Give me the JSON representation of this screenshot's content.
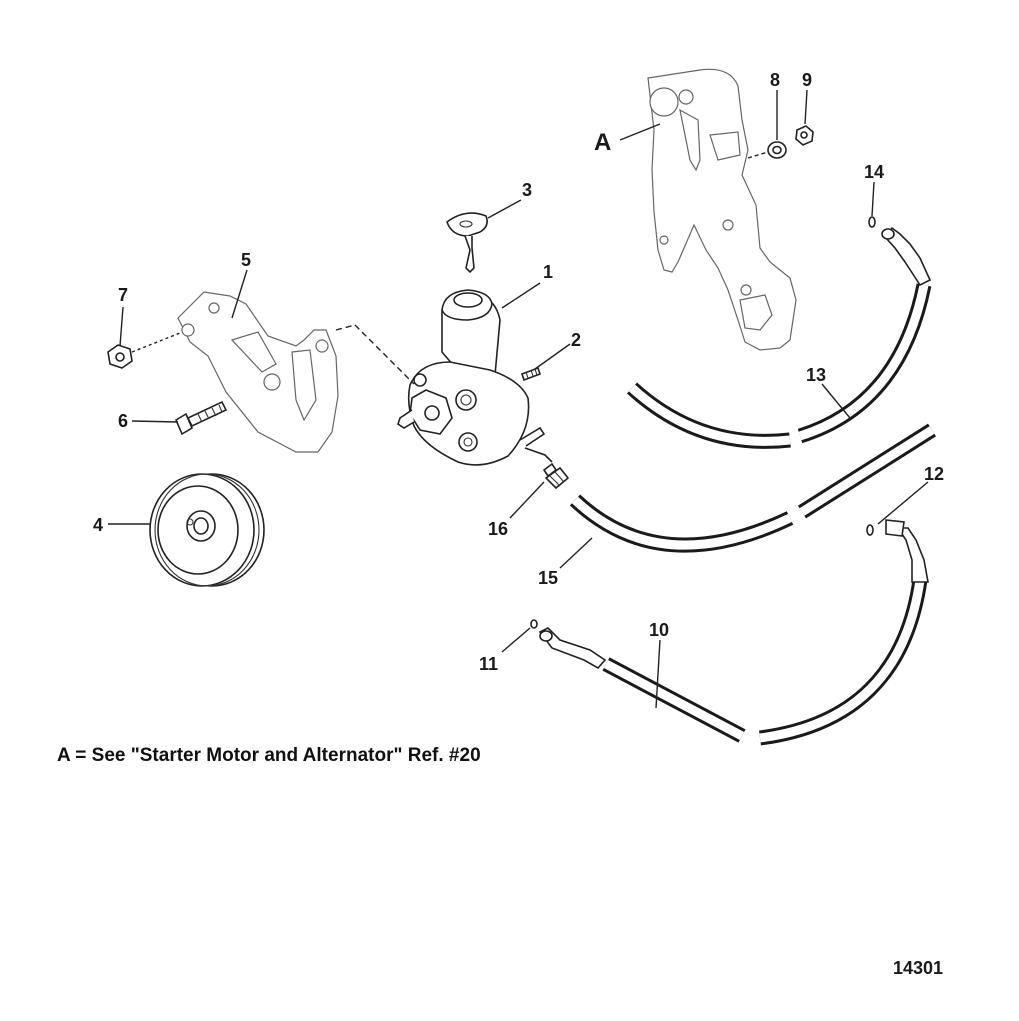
{
  "figure_number": "14301",
  "note": "A = See \"Starter Motor and Alternator\" Ref. #20",
  "callouts": {
    "a": "A",
    "c1": "1",
    "c2": "2",
    "c3": "3",
    "c4": "4",
    "c5": "5",
    "c6": "6",
    "c7": "7",
    "c8": "8",
    "c9": "9",
    "c10": "10",
    "c11": "11",
    "c12": "12",
    "c13": "13",
    "c14": "14",
    "c15": "15",
    "c16": "16"
  }
}
